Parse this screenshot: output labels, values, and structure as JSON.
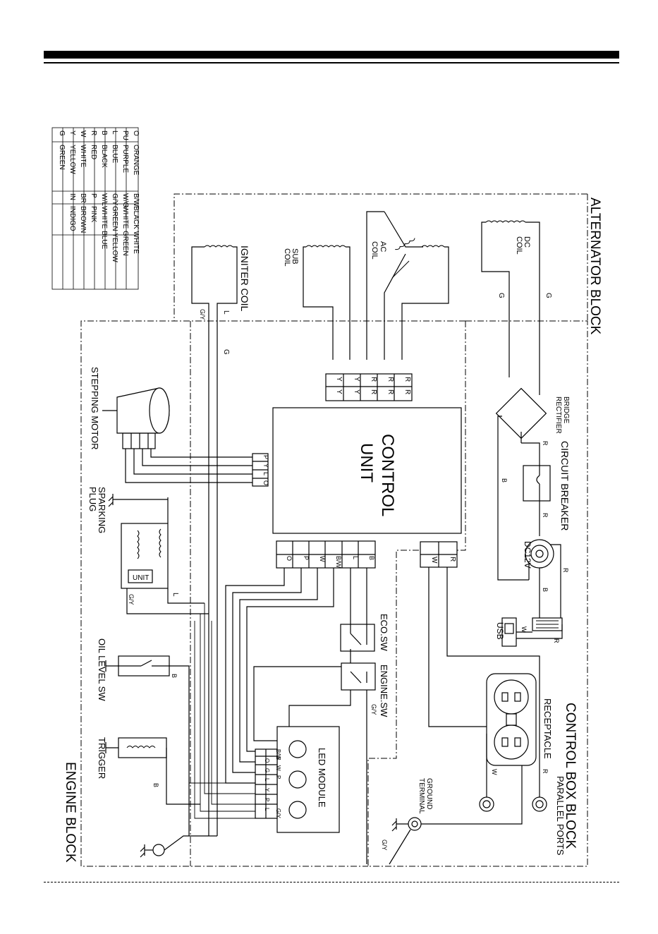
{
  "blocks": {
    "alternator": "ALTERNATOR BLOCK",
    "control_box": "CONTROL BOX BLOCK",
    "engine": "ENGINE BLOCK"
  },
  "components": {
    "dc_coil_1": "DC",
    "dc_coil_2": "COIL",
    "ac_coil_1": "AC",
    "ac_coil_2": "COIL",
    "sub_coil_1": "SUB",
    "sub_coil_2": "COIL",
    "igniter_coil": "IGNITER COIL",
    "bridge_rectifier_1": "BRIDGE",
    "bridge_rectifier_2": "RECTIFIER",
    "circuit_breaker": "CIRCUIT BREAKER",
    "dc12v": "DC12V",
    "usb": "USB",
    "receptacle": "RECEPTACLE",
    "parallel_ports": "PARALLEL PORTS",
    "ground_terminal_1": "GROUND",
    "ground_terminal_2": "TERMINAL",
    "control_unit_1": "CONTROL",
    "control_unit_2": "UNIT",
    "stepping_motor": "STEPPING MOTOR",
    "sparking_plug_1": "SPARKING",
    "sparking_plug_2": "PLUG",
    "unit": "UNIT",
    "eco_sw": "ECO.SW",
    "engine_sw": "ENGINE.SW",
    "oil_level_sw": "OIL LEVEL SW",
    "trigger": "TRIGGER",
    "led_module": "LED MODULE"
  },
  "connectors": {
    "top": [
      "Y",
      "Y",
      "R",
      "R",
      "R"
    ],
    "motor": [
      "P",
      "Y",
      "L",
      "O"
    ],
    "bottom": [
      "O",
      "P",
      "W",
      "B/W",
      "L",
      "B"
    ],
    "right": [
      "W",
      "R"
    ],
    "led_1": [
      "B/W",
      "B",
      "G/Y"
    ],
    "led_2": [
      "W",
      "P"
    ],
    "led_3": [
      "O",
      "G",
      "L",
      "Y",
      "P",
      "L"
    ]
  },
  "wire_labels": {
    "g": "G",
    "gy": "G/Y",
    "l": "L",
    "r": "R",
    "b": "B",
    "w": "W"
  },
  "legend": {
    "col1": [
      [
        "O",
        "ORANGE"
      ],
      [
        "PU",
        "PURPLE"
      ],
      [
        "L",
        "BLUE"
      ],
      [
        "B",
        "BLACK"
      ],
      [
        "R",
        "RED"
      ],
      [
        "W",
        "WHITE"
      ],
      [
        "Y",
        "YELLOW"
      ],
      [
        "G",
        "GREEN"
      ]
    ],
    "col2": [
      [
        "B/W",
        "BLACK WHITE"
      ],
      [
        "W/G",
        "WHITE GREEN"
      ],
      [
        "G/Y",
        "GREEN YELLOW"
      ],
      [
        "W/L",
        "WHITE BLUE"
      ],
      [
        "P",
        "PINK"
      ],
      [
        "BR",
        "BROWN"
      ],
      [
        "IN",
        "INDIGO"
      ],
      [
        "",
        ""
      ]
    ]
  }
}
